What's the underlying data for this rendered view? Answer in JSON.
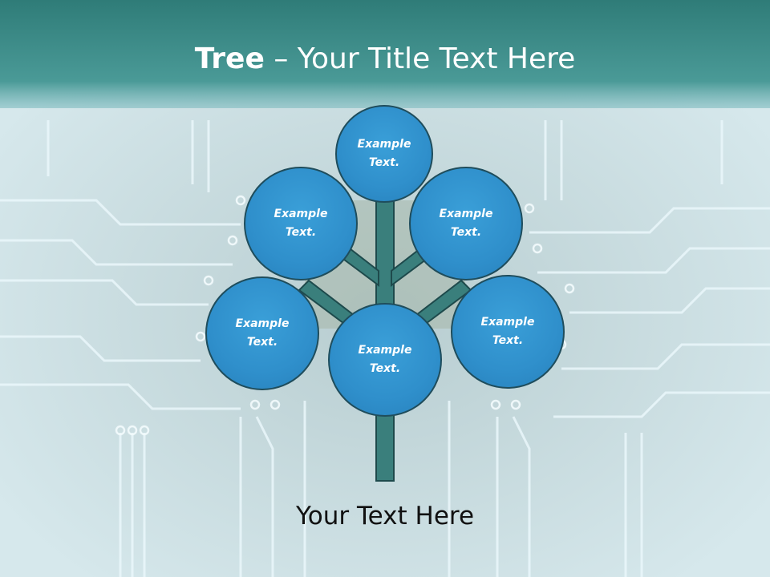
{
  "title": {
    "bold": "Tree",
    "separator": " – ",
    "rest": "Your Title Text Here"
  },
  "nodes": [
    {
      "id": "top",
      "label": "Example Text."
    },
    {
      "id": "upper-left",
      "label": "Example Text."
    },
    {
      "id": "upper-right",
      "label": "Example Text."
    },
    {
      "id": "left",
      "label": "Example Text."
    },
    {
      "id": "right",
      "label": "Example Text."
    },
    {
      "id": "center",
      "label": "Example Text."
    }
  ],
  "footer": "Your Text Here",
  "colors": {
    "header": "#3e8d8a",
    "node_fill": "#2f8fcb",
    "node_border": "#1f4d5c",
    "branch": "#3a7f7c"
  }
}
